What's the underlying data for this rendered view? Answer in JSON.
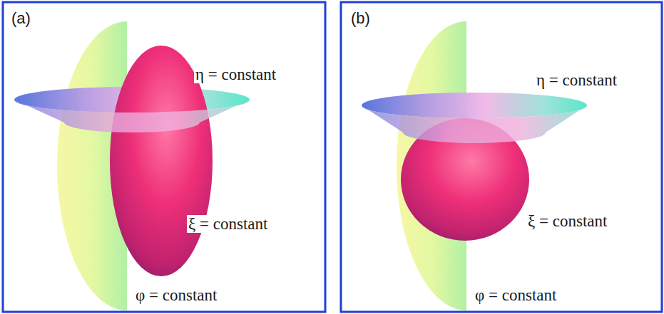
{
  "diagram": {
    "labels": [
      "(a)",
      "η = constant",
      "ξ = constant",
      "φ = constant",
      "(b)",
      "η = constant",
      "ξ = constant",
      "φ = constant"
    ]
  }
}
